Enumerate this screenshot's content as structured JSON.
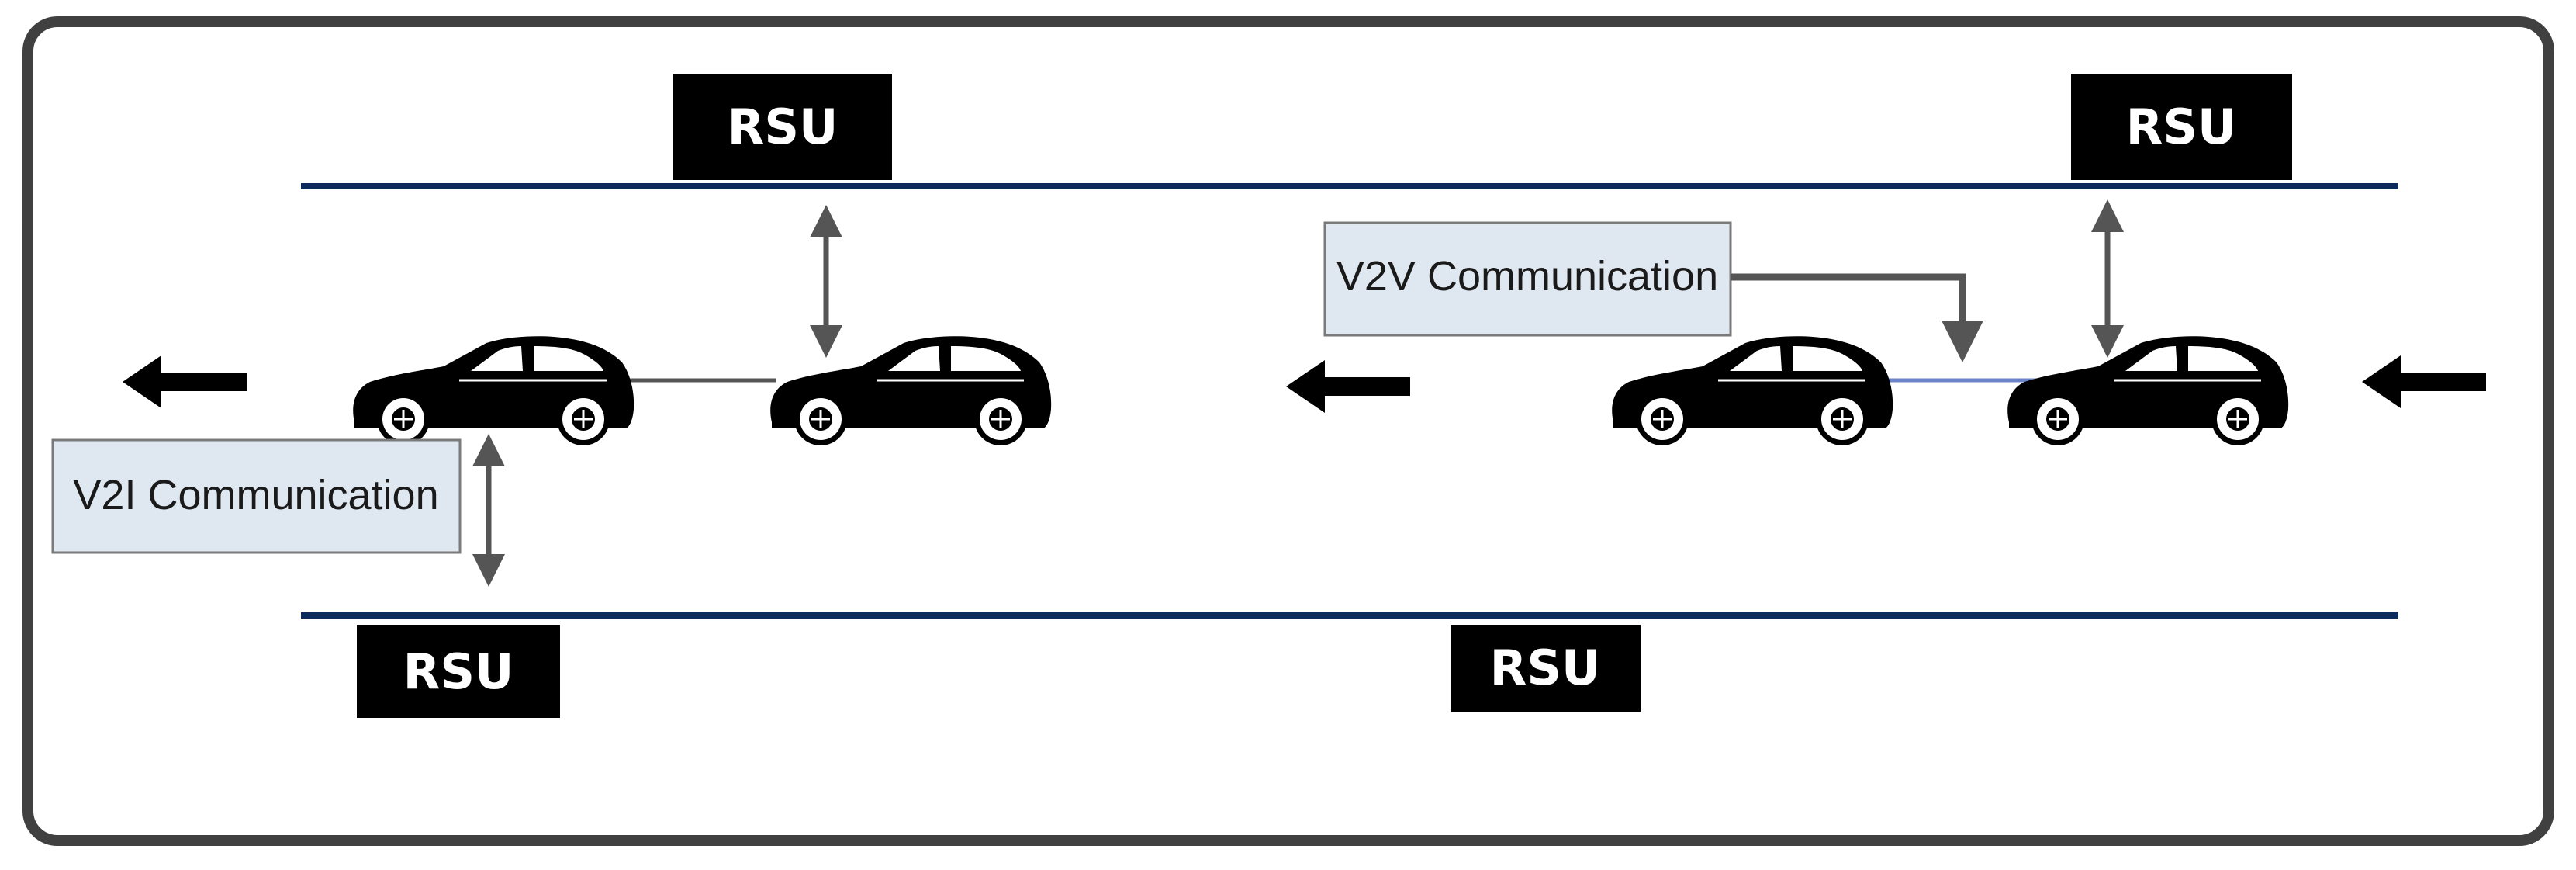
{
  "diagram": {
    "rsu_label": "RSU",
    "v2v_label": "V2V Communication",
    "v2i_label": "V2I Communication"
  },
  "colors": {
    "frame": "#404040",
    "road_line": "#0d2a5c",
    "label_fill": "#dfe8f1",
    "rsu_fill": "#000000",
    "arrow": "#555555",
    "v2v_link": "#6b84c9"
  },
  "icons": [
    "car-icon",
    "direction-arrow-icon",
    "double-arrow-icon"
  ]
}
